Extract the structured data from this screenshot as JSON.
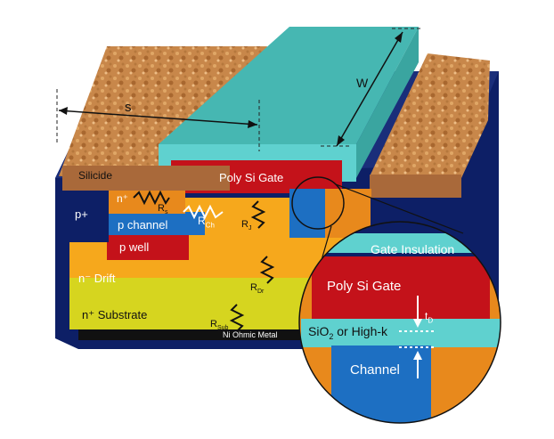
{
  "diagram": {
    "dimensions": {
      "s": "s",
      "w": "W"
    },
    "layers": {
      "silicide": "Silicide",
      "poly_gate": "Poly Si Gate",
      "p_plus": "p+",
      "n_plus": "n⁺",
      "p_channel": "p channel",
      "p_well": "p well",
      "n_drift": "n⁻ Drift",
      "n_substrate": "n⁺ Substrate",
      "ohmic_metal": "Ni Ohmic Metal"
    },
    "resistances": {
      "rs": "R",
      "rs_sub": "s",
      "rch": "R",
      "rch_sub": "Ch",
      "rj": "R",
      "rj_sub": "J",
      "rd": "R",
      "rd_sub": "Dr",
      "rsub": "R",
      "rsub_sub": "Sub"
    },
    "inset": {
      "gate_insulation": "Gate Insulation",
      "poly_gate": "Poly Si Gate",
      "dielectric_main": "SiO",
      "dielectric_sub": "2",
      "dielectric_rest": " or High-k",
      "thickness": "t",
      "thickness_sub": "D",
      "channel": "Channel"
    },
    "colors": {
      "navy": "#0d1f66",
      "orange": "#e8891c",
      "amber": "#f6a81c",
      "yellow": "#d6d51f",
      "red": "#c4121a",
      "blue": "#1d6fc2",
      "cyan": "#5fd1cf",
      "copper": "#c8874a",
      "black": "#111111"
    }
  }
}
